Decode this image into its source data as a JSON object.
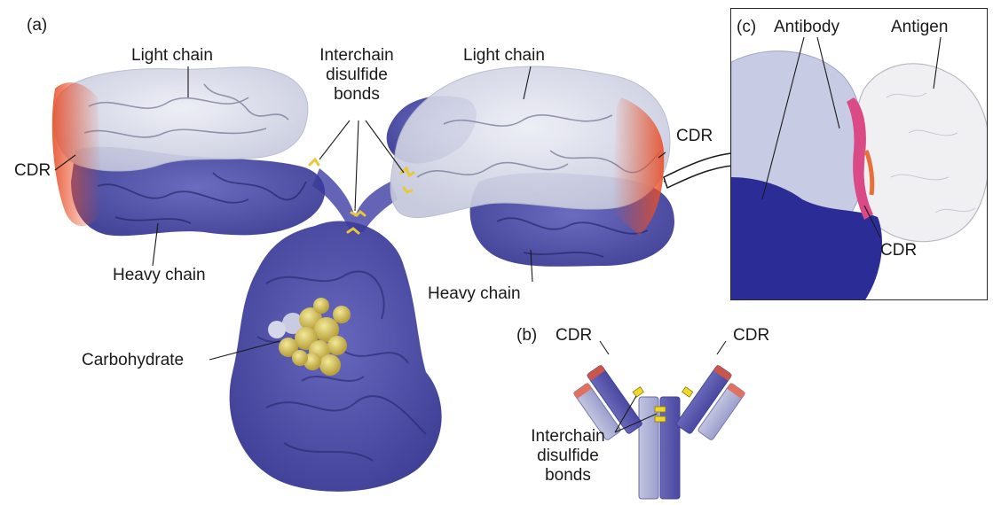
{
  "panel_a": {
    "tag": "(a)",
    "light_chain_left": "Light chain",
    "light_chain_right": "Light chain",
    "heavy_chain_left": "Heavy chain",
    "heavy_chain_right": "Heavy chain",
    "cdr_left": "CDR",
    "cdr_right": "CDR",
    "disulfide_l1": "Interchain",
    "disulfide_l2": "disulfide",
    "disulfide_l3": "bonds",
    "carbohydrate": "Carbohydrate"
  },
  "panel_b": {
    "tag": "(b)",
    "cdr_left": "CDR",
    "cdr_right": "CDR",
    "disulfide_l1": "Interchain",
    "disulfide_l2": "disulfide",
    "disulfide_l3": "bonds"
  },
  "panel_c": {
    "tag": "(c)",
    "antibody": "Antibody",
    "antigen": "Antigen",
    "cdr": "CDR"
  },
  "colors": {
    "heavy_chain": "#3b3aa0",
    "light_chain": "#d4d6e6",
    "cdr": "#e0532a",
    "carbohydrate": "#d8c45a",
    "disulfide": "#e8c838"
  }
}
